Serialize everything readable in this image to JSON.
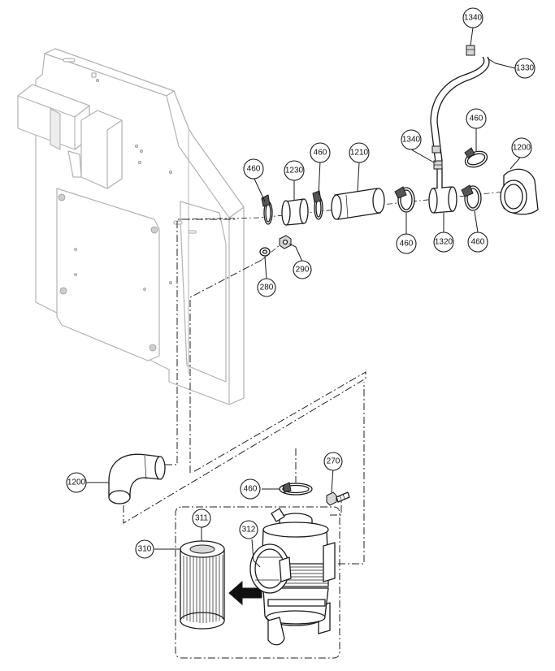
{
  "callouts": [
    {
      "id": "c-1340-top",
      "label": "1340"
    },
    {
      "id": "c-1330",
      "label": "1330"
    },
    {
      "id": "c-460-a",
      "label": "460"
    },
    {
      "id": "c-1200-top",
      "label": "1200"
    },
    {
      "id": "c-1210",
      "label": "1210"
    },
    {
      "id": "c-460-b",
      "label": "460"
    },
    {
      "id": "c-1230",
      "label": "1230"
    },
    {
      "id": "c-460-c",
      "label": "460"
    },
    {
      "id": "c-1340-mid",
      "label": "1340"
    },
    {
      "id": "c-460-d",
      "label": "460"
    },
    {
      "id": "c-1320",
      "label": "1320"
    },
    {
      "id": "c-460-e",
      "label": "460"
    },
    {
      "id": "c-290",
      "label": "290"
    },
    {
      "id": "c-280",
      "label": "280"
    },
    {
      "id": "c-270",
      "label": "270"
    },
    {
      "id": "c-1200-bottom",
      "label": "1200"
    },
    {
      "id": "c-460-f",
      "label": "460"
    },
    {
      "id": "c-311",
      "label": "311"
    },
    {
      "id": "c-312",
      "label": "312"
    },
    {
      "id": "c-310",
      "label": "310"
    }
  ]
}
